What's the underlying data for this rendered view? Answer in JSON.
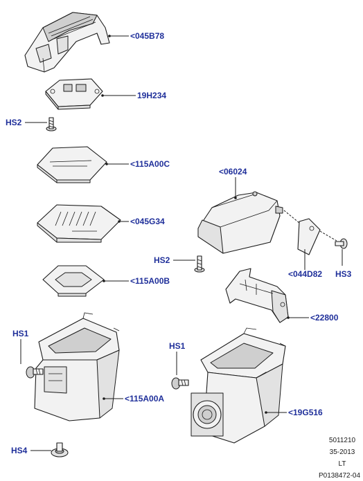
{
  "labels": {
    "p045B78": "<045B78",
    "p19H234": "19H234",
    "p115A00C": "<115A00C",
    "p045G34": "<045G34",
    "p115A00B": "<115A00B",
    "p115A00A": "<115A00A",
    "p06024": "<06024",
    "p044D82": "<044D82",
    "p22800": "<22800",
    "p19G516": "<19G516",
    "hs2_top": "HS2",
    "hs2_mid": "HS2",
    "hs3": "HS3",
    "hs1_left": "HS1",
    "hs1_right": "HS1",
    "hs4": "HS4"
  },
  "reference": {
    "line1": "5011210",
    "line2": "35-2013",
    "line3": "LT",
    "line4": "P0138472-04"
  },
  "colors": {
    "label": "#1f2f9a",
    "outline": "#1a1a1a"
  }
}
